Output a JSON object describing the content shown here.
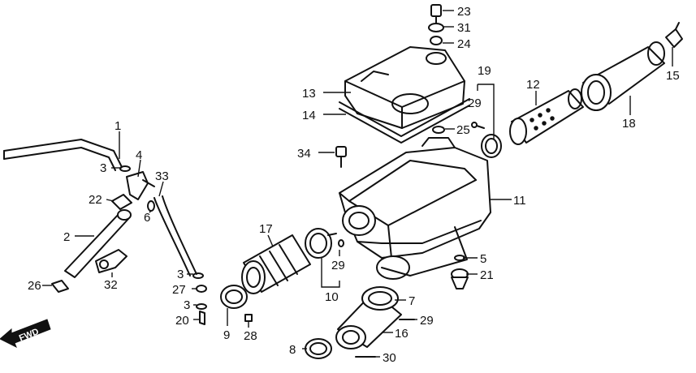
{
  "callouts": {
    "c23": "23",
    "c31": "31",
    "c24": "24",
    "c15": "15",
    "c19": "19",
    "c12": "12",
    "c29a": "29",
    "c18": "18",
    "c13": "13",
    "c14": "14",
    "c25": "25",
    "c34": "34",
    "c1": "1",
    "c3a": "3",
    "c4": "4",
    "c33": "33",
    "c22": "22",
    "c6": "6",
    "c11": "11",
    "c2": "2",
    "c17": "17",
    "c29b": "29",
    "c32": "32",
    "c5": "5",
    "c21": "21",
    "c26": "26",
    "c3b": "3",
    "c27": "27",
    "c10": "10",
    "c3c": "3",
    "c7": "7",
    "c20": "20",
    "c29c": "29",
    "c9": "9",
    "c28": "28",
    "c16": "16",
    "c8": "8",
    "c30": "30"
  },
  "fwd_label": "FWD"
}
